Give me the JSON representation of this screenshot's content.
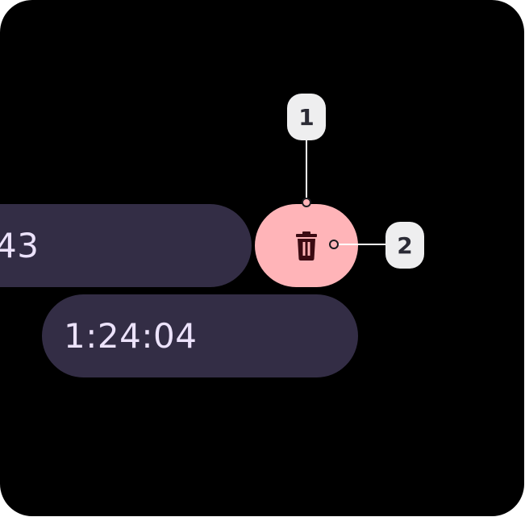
{
  "timers": [
    {
      "time": "43"
    },
    {
      "time": "1:24:04"
    }
  ],
  "delete_action": {
    "icon": "trash-icon",
    "color": "#ffb4b8",
    "icon_color": "#3b0a12"
  },
  "callouts": [
    {
      "label": "1"
    },
    {
      "label": "2"
    }
  ],
  "colors": {
    "background": "#000000",
    "pill": "#332d45",
    "pill_text": "#ece2fb"
  }
}
